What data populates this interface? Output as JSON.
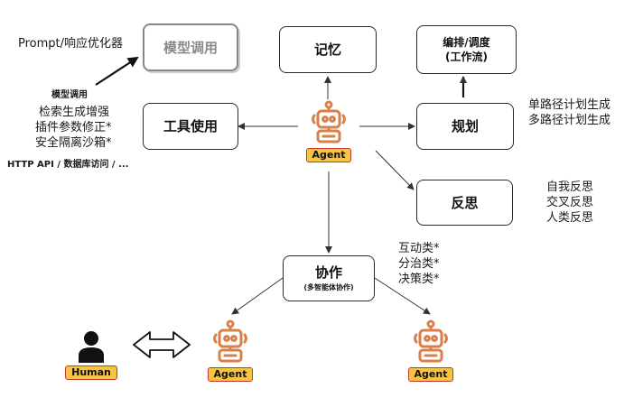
{
  "nodes": {
    "model_call_box": "模型调用",
    "memory": "记忆",
    "orchestration": "编排/调度",
    "orchestration_sub": "(工作流)",
    "tool_use": "工具使用",
    "planning": "规划",
    "reflection": "反思",
    "collaboration": "协作",
    "collaboration_sub": "(多智能体协作)"
  },
  "annotations": {
    "prompt_optimizer": "Prompt/响应优化器",
    "tool_title": "模型调用",
    "tool_items": [
      "检索生成增强",
      "插件参数修正*",
      "安全隔离沙箱*"
    ],
    "tool_footer": "HTTP API / 数据库访问 / ...",
    "planning_items": [
      "单路径计划生成",
      "多路径计划生成"
    ],
    "reflection_items": [
      "自我反思",
      "交叉反思",
      "人类反思"
    ],
    "collaboration_items": [
      "互动类*",
      "分治类*",
      "决策类*"
    ]
  },
  "badges": {
    "agent_center": "Agent",
    "agent_left": "Agent",
    "agent_right": "Agent",
    "human": "Human"
  },
  "colors": {
    "robot_orange": "#d9804a",
    "badge_fill": "#f6c343",
    "badge_border": "#c0392b",
    "human_icon": "#111111",
    "line": "#333333"
  }
}
